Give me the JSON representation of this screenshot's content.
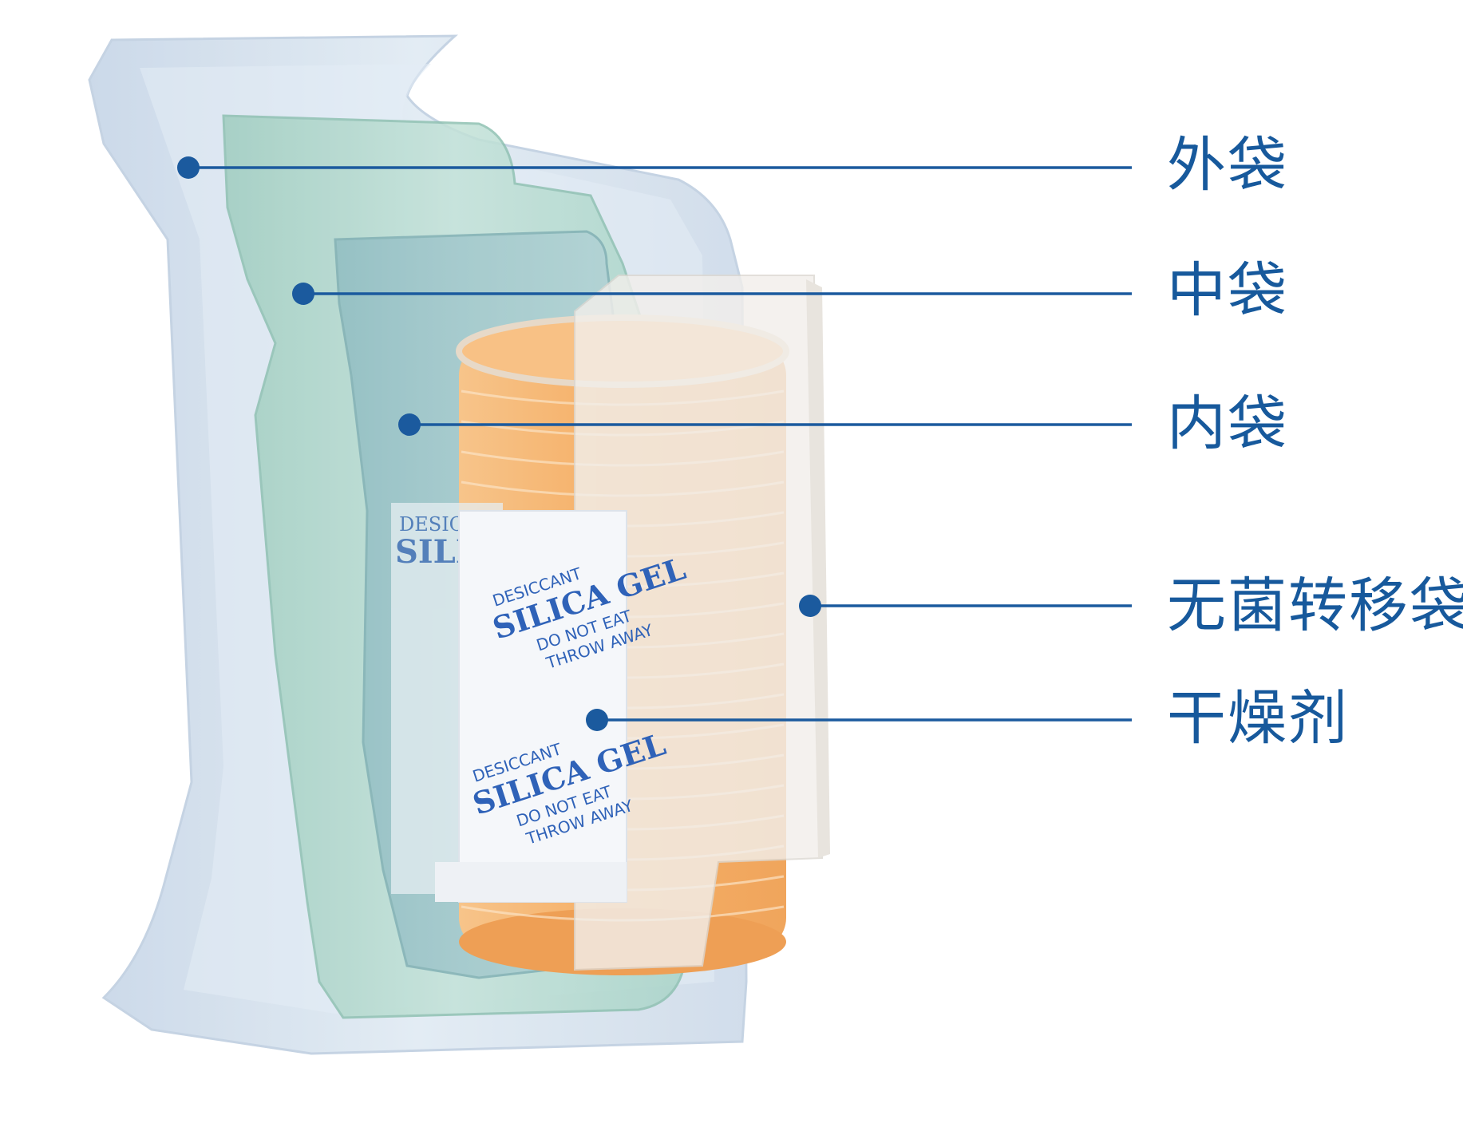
{
  "colors": {
    "accent": "#1b5a9e",
    "outer_bag": "#d6e2ee",
    "middle_bag": "#b4d8ce",
    "inner_bag": "#a9c9cd",
    "plates": "#f4b067",
    "transfer_bag": "#f3f1ee",
    "desiccant": "#f4f6f9",
    "desiccant_text": "#2f62b8"
  },
  "callouts": [
    {
      "label": "外袋",
      "icon": "dot-marker"
    },
    {
      "label": "中袋",
      "icon": "dot-marker"
    },
    {
      "label": "内袋",
      "icon": "dot-marker"
    },
    {
      "label": "无菌转移袋",
      "icon": "dot-marker"
    },
    {
      "label": "干燥剂",
      "icon": "dot-marker"
    }
  ],
  "desiccant_print": {
    "line1": "DESICCANT",
    "line2": "SILICA GEL",
    "line3": "DO NOT EAT",
    "line4": "THROW AWAY"
  }
}
